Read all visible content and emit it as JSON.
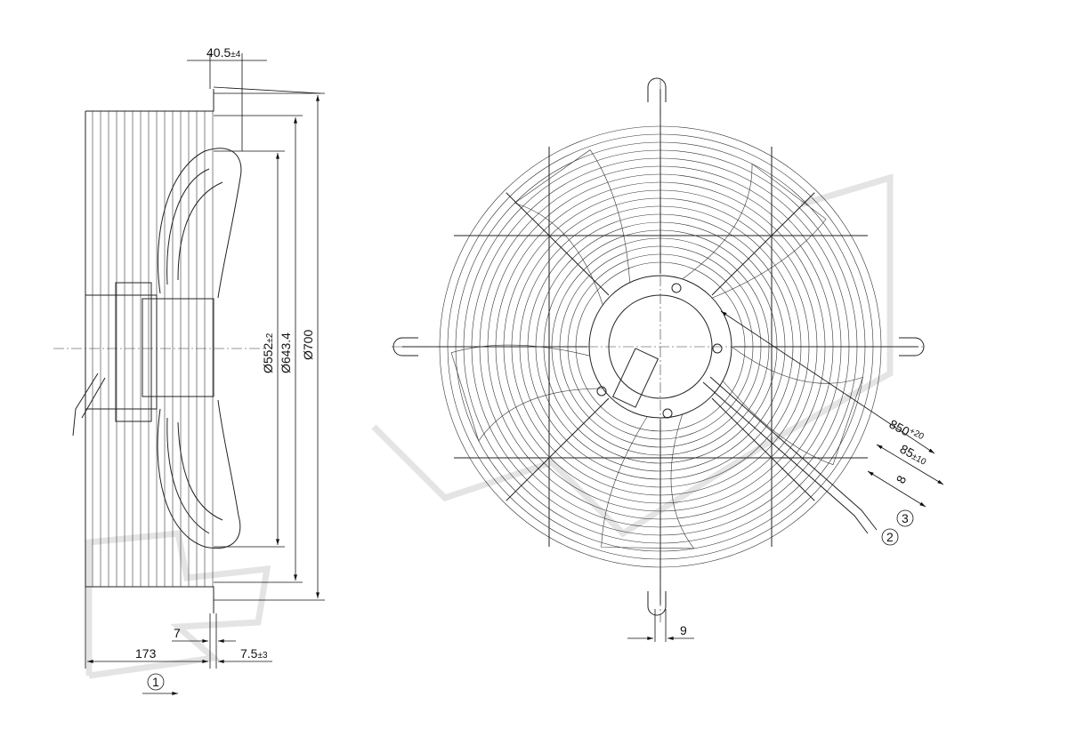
{
  "side_view": {
    "dim_offset": "40.5",
    "dim_offset_tol": "±4",
    "dim_d552": "Ø552",
    "dim_d552_tol": "±2",
    "dim_d643": "Ø643.4",
    "dim_d700": "Ø700",
    "dim_7": "7",
    "dim_173": "173",
    "dim_75": "7.5",
    "dim_75_tol": "±3",
    "callout_1": "1"
  },
  "front_view": {
    "dim_9": "9",
    "dim_850": "850",
    "dim_850_tol": "+20",
    "dim_85": "85",
    "dim_85_tol": "±10",
    "dim_8": "8",
    "callout_3": "3",
    "callout_2": "2"
  },
  "colors": {
    "line": "#222222",
    "watermark": "#e4e4e4"
  }
}
